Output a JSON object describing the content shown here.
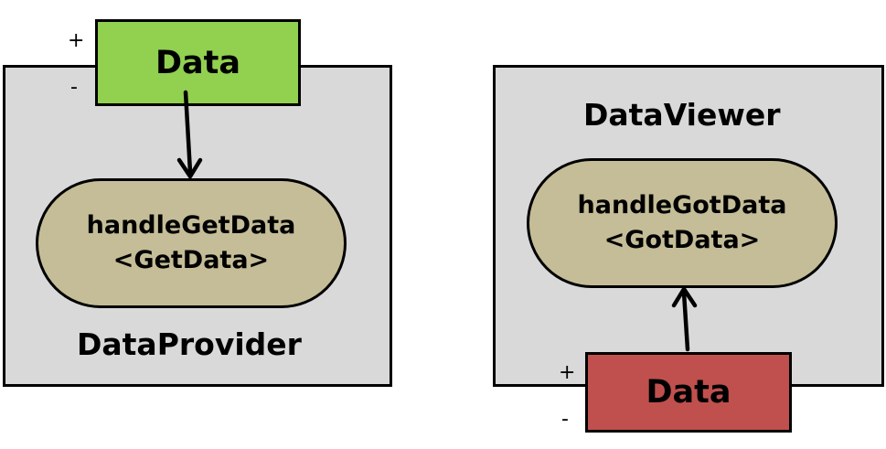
{
  "provider": {
    "title": "DataProvider",
    "port": {
      "label": "Data",
      "plus": "+",
      "minus": "-",
      "color": "#92d050"
    },
    "handler": {
      "name": "handleGetData",
      "message": "<GetData>"
    }
  },
  "viewer": {
    "title": "DataViewer",
    "port": {
      "label": "Data",
      "plus": "+",
      "minus": "-",
      "color": "#c0504d"
    },
    "handler": {
      "name": "handleGotData",
      "message": "<GotData>"
    }
  },
  "colors": {
    "component_fill": "#d9d9d9",
    "handler_fill": "#c4bd97",
    "outline": "#000000"
  }
}
